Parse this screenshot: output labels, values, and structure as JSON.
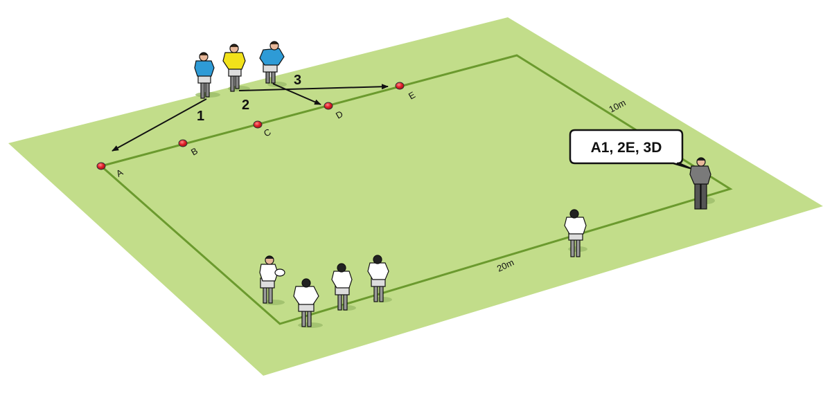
{
  "diagram": {
    "type": "rugby-drill",
    "colors": {
      "pitch": "#c2dd8a",
      "lines": "#6b9a2e",
      "cone": "#e0202a",
      "attacker_blue": "#2e9bd6",
      "attacker_yellow": "#f2e21a",
      "defender_white": "#ffffff",
      "coach_grey": "#7a7a7a"
    },
    "cones": [
      {
        "label": "A"
      },
      {
        "label": "B"
      },
      {
        "label": "C"
      },
      {
        "label": "D"
      },
      {
        "label": "E"
      }
    ],
    "runners": [
      {
        "number": "1",
        "shirt": "blue",
        "target": "A"
      },
      {
        "number": "2",
        "shirt": "yellow",
        "target": "E"
      },
      {
        "number": "3",
        "shirt": "blue",
        "target": "D"
      }
    ],
    "dimensions": {
      "width_label": "10m",
      "length_label": "20m"
    },
    "coach_call": "A1, 2E, 3D",
    "defenders_count": 5
  }
}
